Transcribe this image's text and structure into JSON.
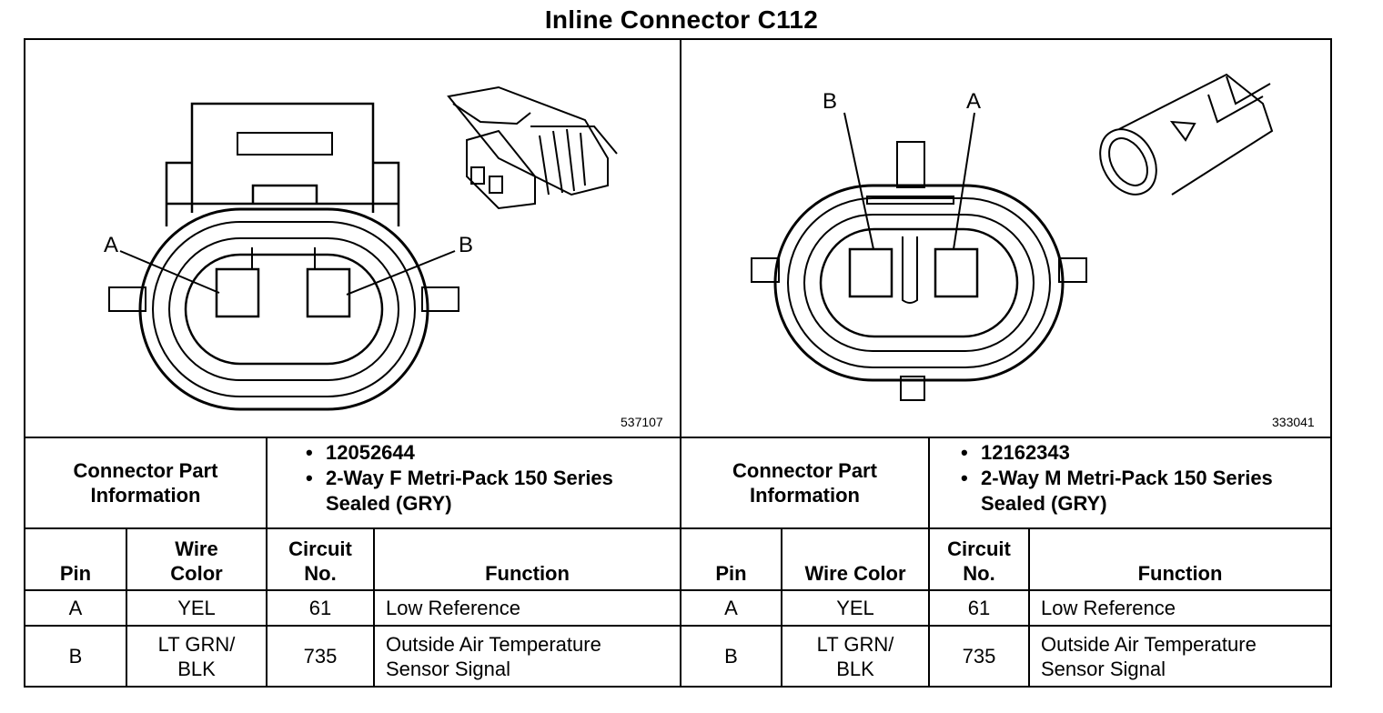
{
  "title": "Inline Connector C112",
  "left": {
    "figure_number": "537107",
    "pin_labels": [
      "A",
      "B"
    ],
    "part_info_label": [
      "Connector Part",
      "Information"
    ],
    "part_bullets": [
      "12052644",
      "2-Way F Metri-Pack 150 Series Sealed (GRY)"
    ],
    "headers": {
      "pin": "Pin",
      "wire_color": [
        "Wire",
        "Color"
      ],
      "circuit": [
        "Circuit",
        "No."
      ],
      "function": "Function"
    },
    "rows": [
      {
        "pin": "A",
        "wire_color": [
          "YEL"
        ],
        "circuit": "61",
        "function": [
          "Low Reference"
        ]
      },
      {
        "pin": "B",
        "wire_color": [
          "LT GRN/",
          "BLK"
        ],
        "circuit": "735",
        "function": [
          "Outside Air Temperature",
          "Sensor Signal"
        ]
      }
    ]
  },
  "right": {
    "figure_number": "333041",
    "pin_labels": [
      "B",
      "A"
    ],
    "part_info_label": [
      "Connector Part",
      "Information"
    ],
    "part_bullets": [
      "12162343",
      "2-Way M Metri-Pack 150 Series Sealed (GRY)"
    ],
    "headers": {
      "pin": "Pin",
      "wire_color": "Wire Color",
      "circuit": [
        "Circuit",
        "No."
      ],
      "function": "Function"
    },
    "rows": [
      {
        "pin": "A",
        "wire_color": [
          "YEL"
        ],
        "circuit": "61",
        "function": [
          "Low Reference"
        ]
      },
      {
        "pin": "B",
        "wire_color": [
          "LT GRN/",
          "BLK"
        ],
        "circuit": "735",
        "function": [
          "Outside Air Temperature",
          "Sensor Signal"
        ]
      }
    ]
  }
}
